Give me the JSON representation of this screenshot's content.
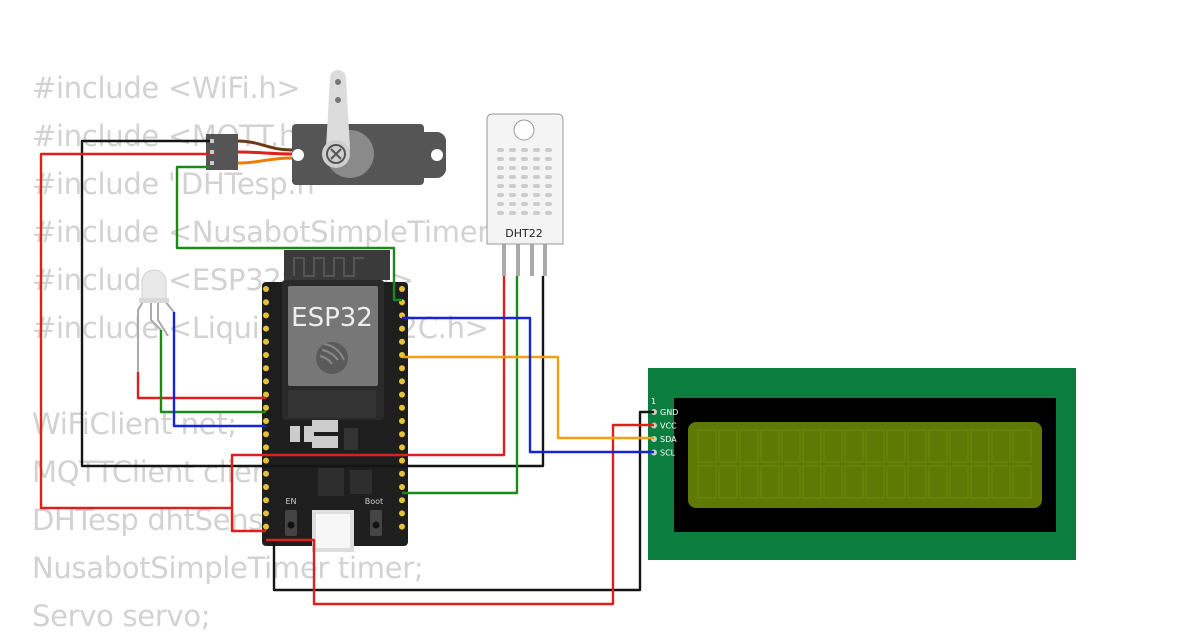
{
  "code_lines": [
    "#include <WiFi.h>",
    "#include <MQTT.h>",
    "#include \"DHTesp.h\"",
    "#include <NusabotSimpleTimer.h>",
    "#include <ESP32Servo.h>",
    "#include <LiquidCrystal_I2C.h>",
    "",
    "WiFiClient net;",
    "MQTTClient client;",
    "DHTesp dhtSensor;",
    "NusabotSimpleTimer timer;",
    "Servo servo;"
  ],
  "esp32": {
    "label": "ESP32",
    "en_label": "EN",
    "boot_label": "Boot"
  },
  "dht22": {
    "label": "DHT22"
  },
  "lcd": {
    "pin1_label": "1",
    "pins": [
      "GND",
      "VCC",
      "SDA",
      "SCL"
    ]
  },
  "colors": {
    "wire_red": "#e01e1e",
    "wire_black": "#141414",
    "wire_green": "#1a8a1a",
    "wire_blue": "#1a22d6",
    "wire_orange": "#f0a010",
    "pcb_green": "#0b7e3f",
    "lcd_glass": "#5e7a04",
    "board": "#1e1e1e"
  }
}
